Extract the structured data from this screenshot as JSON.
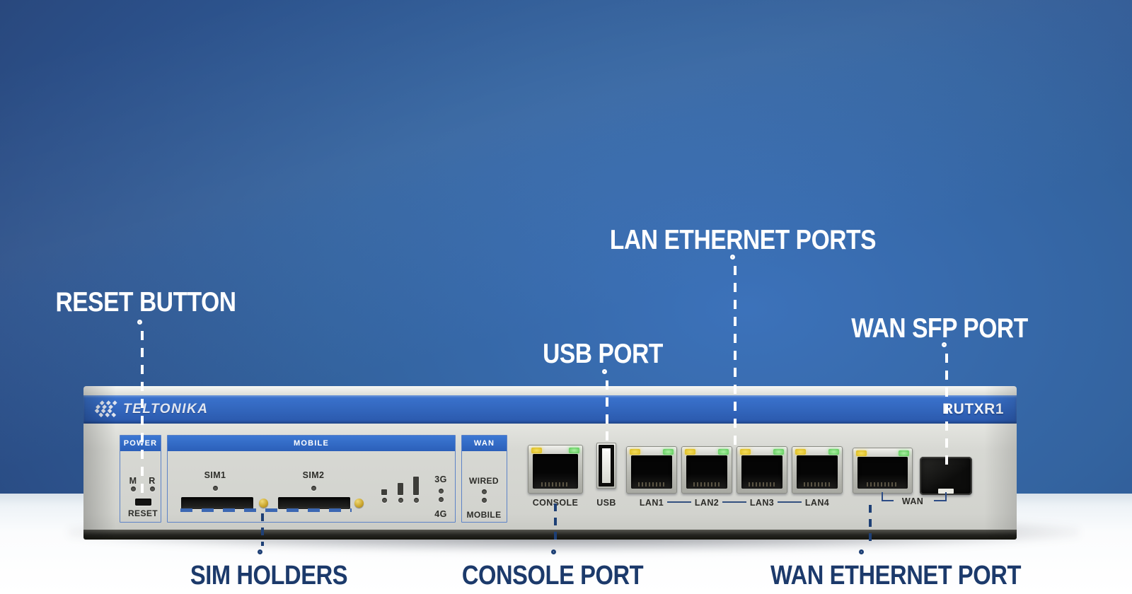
{
  "device": {
    "brand": "TELTONIKA",
    "model": "RUTXR1",
    "panel": {
      "power": {
        "header": "POWER",
        "led_m": "M",
        "led_r": "R",
        "reset_label": "RESET"
      },
      "mobile": {
        "header": "MOBILE",
        "sim1": "SIM1",
        "sim2": "SIM2",
        "net_3g": "3G",
        "net_4g": "4G"
      },
      "wan_indicators": {
        "header": "WAN",
        "wired": "WIRED",
        "mobile": "MOBILE"
      },
      "ports": {
        "console": "CONSOLE",
        "usb": "USB",
        "lan": [
          "LAN1",
          "LAN2",
          "LAN3",
          "LAN4"
        ],
        "wan": "WAN"
      }
    }
  },
  "annotations": {
    "reset_button": "RESET BUTTON",
    "usb_port": "USB PORT",
    "lan_ethernet_ports": "LAN ETHERNET PORTS",
    "wan_sfp_port": "WAN SFP PORT",
    "sim_holders": "SIM HOLDERS",
    "console_port": "CONSOLE PORT",
    "wan_ethernet_port": "WAN ETHERNET PORT"
  },
  "colors": {
    "background_blue": "#33639f",
    "surface_white": "#fbfcfd",
    "annotation_white": "#ffffff",
    "annotation_navy": "#1c3a6b",
    "brand_strip_blue": "#2e62b8",
    "section_header_blue": "#2f6ac9",
    "led_yellow": "#e2c32a",
    "led_green": "#7fd97a",
    "sim_eject_gold": "#cfa82f"
  }
}
